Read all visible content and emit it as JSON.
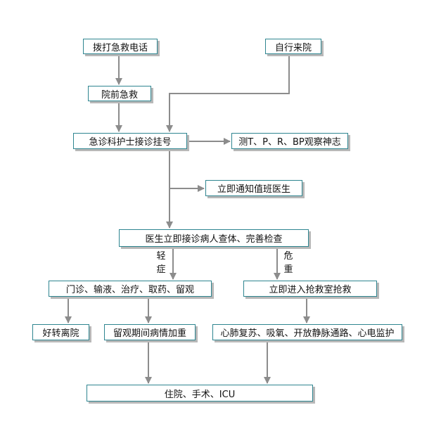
{
  "nodes": {
    "call_emergency": "拨打急救电话",
    "self_arrival": "自行来院",
    "prehospital_care": "院前急救",
    "triage_registration": "急诊科护士接诊挂号",
    "vital_signs": "测T、P、R、BP观察神志",
    "notify_doctor": "立即通知值班医生",
    "doctor_examination": "医生立即接诊病人查体、完善检查",
    "outpatient_treatment": "门诊、输液、治疗、取药、留观",
    "rescue_room": "立即进入抢救室抢救",
    "recovered_discharge": "好转离院",
    "worsened_observation": "留观期间病情加重",
    "resuscitation": "心肺复苏、吸氧、开放静脉通路、心电监护",
    "admission_surgery_icu": "住院、手术、ICU"
  },
  "branch_labels": {
    "mild": [
      "轻",
      "症"
    ],
    "critical": [
      "危",
      "重"
    ]
  },
  "colors": {
    "box_border": "#2e8590",
    "arrow": "#8c8c8c",
    "shadow": "#b8b8b8"
  }
}
